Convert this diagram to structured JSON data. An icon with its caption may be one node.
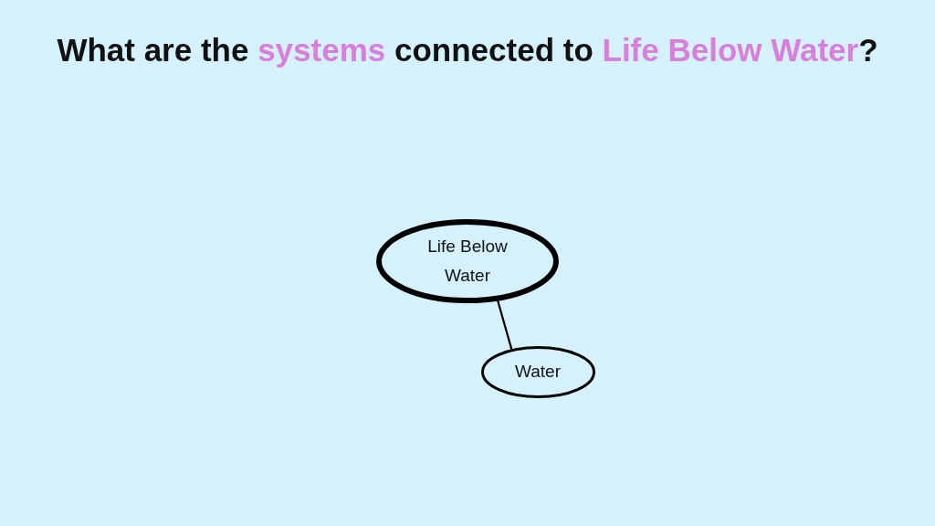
{
  "diagram": {
    "title": "What are the *systems* connected to *Life Below Water*?",
    "nodes": [
      {
        "text": [
          "Life Below Water"
        ]
      },
      {
        "text": [
          "Water"
        ]
      }
    ],
    "edges": [
      {
        "from": 0,
        "to": 1,
        "arrow": "none"
      }
    ]
  }
}
